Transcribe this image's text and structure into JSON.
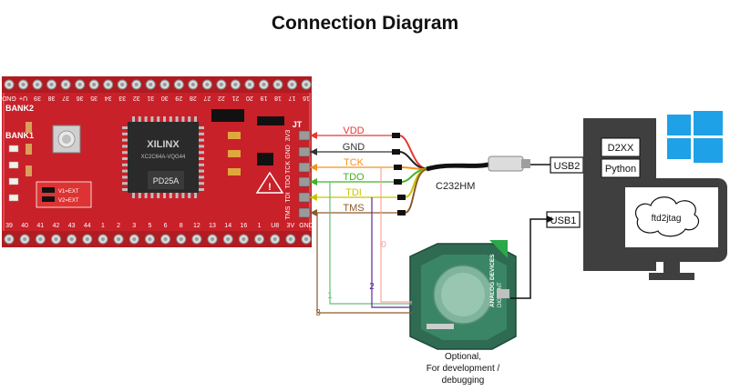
{
  "title": "Connection Diagram",
  "board": {
    "chip_brand": "XILINX",
    "chip_part": "XC2C64A-VQG44",
    "regulator": "PD25A",
    "bank_top": "BANK2",
    "bank_bottom": "BANK1",
    "header_label": "JT",
    "top_pins": [
      "GND",
      "U+",
      "39",
      "38",
      "37",
      "36",
      "35",
      "34",
      "33",
      "32",
      "31",
      "30",
      "29",
      "28",
      "27",
      "22",
      "21",
      "20",
      "19",
      "18",
      "17",
      "16"
    ],
    "bottom_pins": [
      "39",
      "40",
      "41",
      "42",
      "43",
      "44",
      "1",
      "2",
      "3",
      "5",
      "6",
      "8",
      "12",
      "13",
      "14",
      "16",
      "1",
      "U8",
      "3V",
      "GND"
    ],
    "jtag_pins": [
      "3V3",
      "GND",
      "TCK",
      "TDO",
      "TDI",
      "TMS"
    ]
  },
  "signals": [
    {
      "id": "vdd",
      "label": "VDD",
      "color": "#e53935"
    },
    {
      "id": "gnd",
      "label": "GND",
      "color": "#333333"
    },
    {
      "id": "tck",
      "label": "TCK",
      "color": "#f5901e"
    },
    {
      "id": "tdo",
      "label": "TDO",
      "color": "#43b02a"
    },
    {
      "id": "tdi",
      "label": "TDI",
      "color": "#c9c400"
    },
    {
      "id": "tms",
      "label": "TMS",
      "color": "#8d5a2b"
    }
  ],
  "cable": {
    "label": "C232HM"
  },
  "ports": {
    "usb2": "USB2",
    "usb1": "USB1"
  },
  "pc": {
    "box1": "D2XX",
    "box2": "Python",
    "cloud": "ftd2jtag"
  },
  "analyzer": {
    "brand": "ANALOG DEVICES",
    "sub": "DIGILENT",
    "caption_line1": "Optional,",
    "caption_line2": "For development /",
    "caption_line3": "debugging"
  },
  "channels": [
    {
      "label": "0",
      "color": "#f4a6a0"
    },
    {
      "label": "1",
      "color": "#66c07a"
    },
    {
      "label": "2",
      "color": "#5a2a9c"
    },
    {
      "label": "3",
      "color": "#8d5a2b"
    }
  ],
  "colors": {
    "board_red": "#c8212a",
    "pc_dark": "#3f3f3f",
    "win_blue": "#1ea1e6",
    "analyzer_green": "#2e6b52"
  }
}
